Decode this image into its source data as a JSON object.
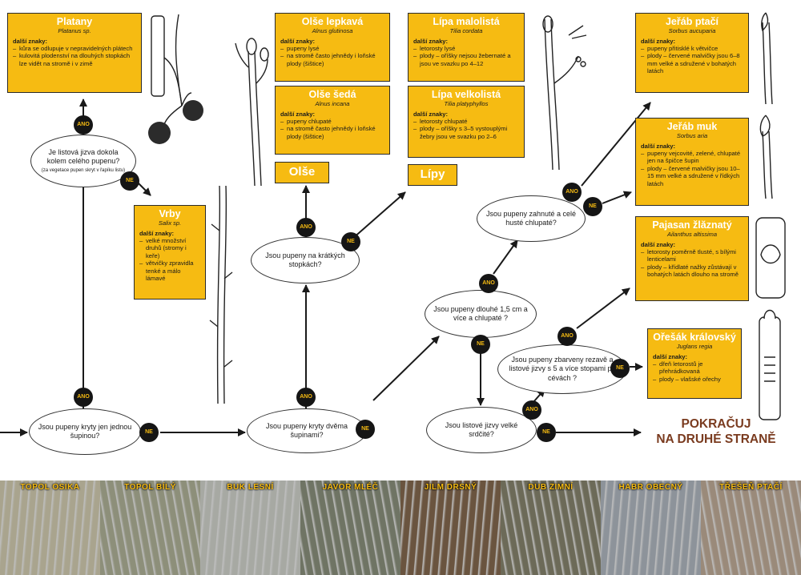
{
  "nodes": {
    "start": {
      "text": "Jsou pupeny kryty jen jednou šupinou?"
    },
    "q_list_jizva": {
      "text": "Je listová jizva dokola kolem celého pupenu?",
      "note": "(za vegetace pupen skryt v řapíku listu)"
    },
    "q_dvema": {
      "text": "Jsou pupeny kryty dvěma šupinami?"
    },
    "q_stopkach": {
      "text": "Jsou pupeny na krátkých stopkách?"
    },
    "q_dlouhe": {
      "text": "Jsou pupeny dlouhé 1,5 cm a více a chlupaté ?"
    },
    "q_zahnute": {
      "text": "Jsou pupeny zahnuté a celé husté chlupaté?"
    },
    "q_zbarveny": {
      "text": "Jsou pupeny zbarveny rezavě a listové jizvy s 5 a více stopami po cévách ?"
    },
    "q_srdcite": {
      "text": "Jsou listové jizvy velké srdčité?"
    }
  },
  "labels": {
    "yes": "ANO",
    "no": "NE",
    "extra": "další znaky:"
  },
  "species": {
    "platany": {
      "title": "Platany",
      "latin": "Platanus sp.",
      "traits": [
        "kůra se odlupuje v nepravidelných plátech",
        "kulovitá plodenství na dlouhých stopkách lze vidět na stromě i v zimě"
      ]
    },
    "vrby": {
      "title": "Vrby",
      "latin": "Salix sp.",
      "traits": [
        "velké množství druhů (stromy i keře)",
        "větvičky zpravidla tenké a málo lámavé"
      ]
    },
    "olse_lepkava": {
      "title": "Olše lepkavá",
      "latin": "Alnus glutinosa",
      "traits": [
        "pupeny lysé",
        "na stromě často jehnědy i loňské plody (šištice)"
      ]
    },
    "olse_seda": {
      "title": "Olše šedá",
      "latin": "Alnus incana",
      "traits": [
        "pupeny chlupaté",
        "na stromě často jehnědy i loňské plody (šištice)"
      ]
    },
    "lipa_malolista": {
      "title": "Lípa malolistá",
      "latin": "Tilia cordata",
      "traits": [
        "letorosty lysé",
        "plody – oříšky nejsou žebernaté a jsou ve svazku po 4–12"
      ]
    },
    "lipa_velkolista": {
      "title": "Lípa velkolistá",
      "latin": "Tilia platyphyllos",
      "traits": [
        "letorosty chlupaté",
        "plody – oříšky s 3–5 vystouplými žebry jsou ve svazku po 2–6"
      ]
    },
    "jerab_ptaci": {
      "title": "Jeřáb ptačí",
      "latin": "Sorbus aucuparia",
      "traits": [
        "pupeny přitisklé k větvičce",
        "plody – červené malvičky jsou 6–8 mm velké a sdružené v bohatých latách"
      ]
    },
    "jerab_muk": {
      "title": "Jeřáb muk",
      "latin": "Sorbus aria",
      "traits": [
        "pupeny vejcovité, zelené, chlupaté jen na špičce šupin",
        "plody – červené malvičky jsou 10–15 mm velké a sdružené v řídkých latách"
      ]
    },
    "pajasan": {
      "title": "Pajasan žlăznatý",
      "latin": "Ailanthus altissima",
      "traits": [
        "letorosty poměrně tlusté, s bílými lenticelami",
        "plody – křídlaté nažky zůstávají v bohatých latách dlouho na stromě"
      ]
    },
    "oresak": {
      "title": "Ořešák královský",
      "latin": "Juglans regia",
      "traits": [
        "dřeň letorostů je přehrádkovaná",
        "plody – vlašské ořechy"
      ]
    }
  },
  "genera": {
    "olse": "Olše",
    "lipy": "Lípy"
  },
  "continue": {
    "line1": "POKRAČUJ",
    "line2": "NA DRUHÉ STRANĚ"
  },
  "bark_strip": [
    {
      "name": "TOPOL OSIKA",
      "color": "#a9a48e"
    },
    {
      "name": "TOPOL BÍLÝ",
      "color": "#8d8f7a"
    },
    {
      "name": "BUK LESNÍ",
      "color": "#a7a9a3"
    },
    {
      "name": "JAVOR MLÉČ",
      "color": "#6f7464"
    },
    {
      "name": "JILM DRSNÝ",
      "color": "#6a543f"
    },
    {
      "name": "DUB ZIMNÍ",
      "color": "#6c6a58"
    },
    {
      "name": "HABR OBECNÝ",
      "color": "#8d939a"
    },
    {
      "name": "TŘEŠEŇ PTAČÍ",
      "color": "#9a8a7a"
    }
  ],
  "colors": {
    "accent": "#f6bb12",
    "continue": "#7a3b1f"
  }
}
